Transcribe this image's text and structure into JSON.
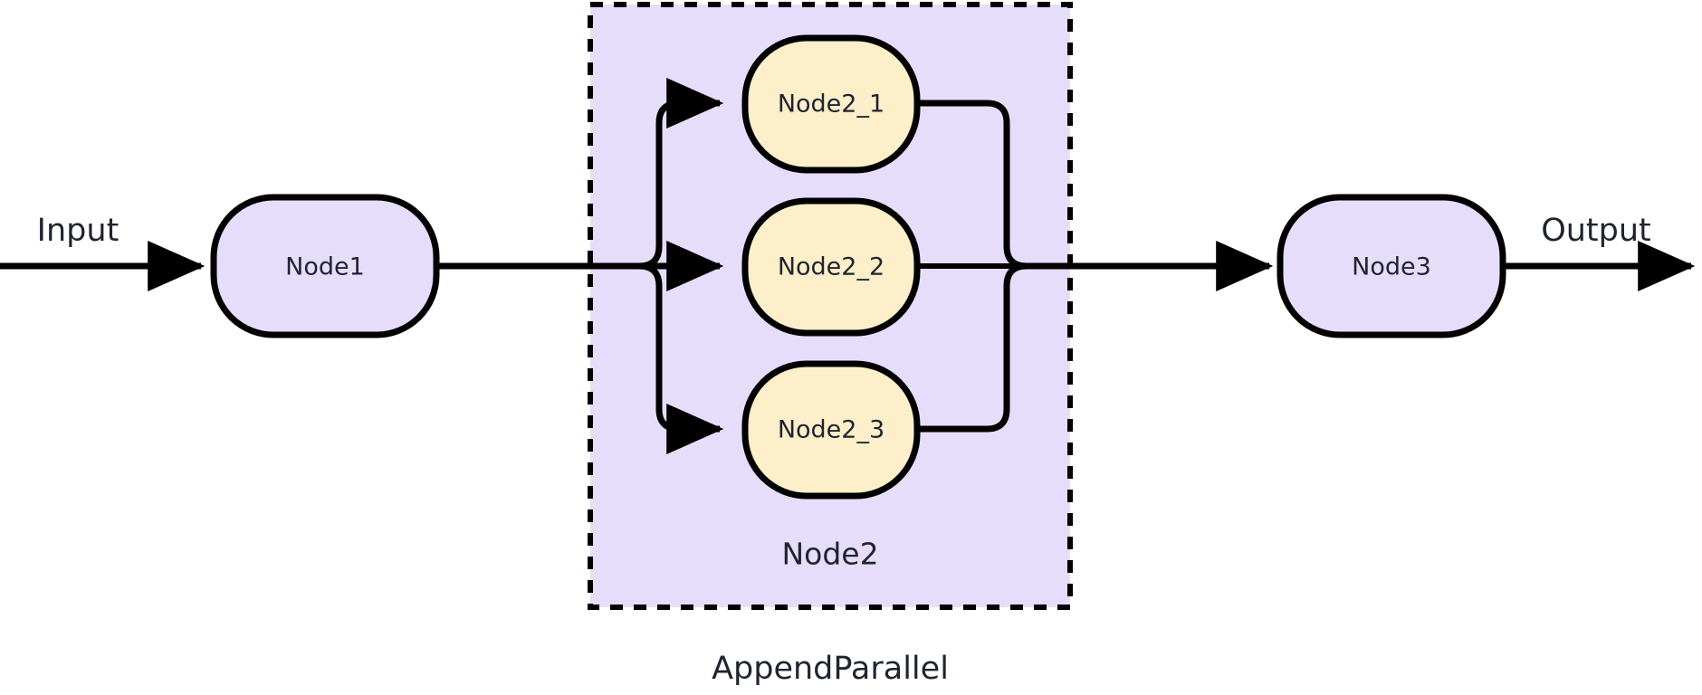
{
  "diagram": {
    "caption": "AppendParallel",
    "io": {
      "input_label": "Input",
      "output_label": "Output"
    },
    "group": {
      "label": "Node2",
      "fill": "#E6DDFB",
      "border": "#000000",
      "border_style": "dashed"
    },
    "nodes": [
      {
        "id": "node1",
        "label": "Node1",
        "fill": "#E6DDFB",
        "stroke": "#000000",
        "shape": "stadium"
      },
      {
        "id": "node2_1",
        "label": "Node2_1",
        "fill": "#FCEFC9",
        "stroke": "#000000",
        "shape": "stadium"
      },
      {
        "id": "node2_2",
        "label": "Node2_2",
        "fill": "#FCEFC9",
        "stroke": "#000000",
        "shape": "stadium"
      },
      {
        "id": "node2_3",
        "label": "Node2_3",
        "fill": "#FCEFC9",
        "stroke": "#000000",
        "shape": "stadium"
      },
      {
        "id": "node3",
        "label": "Node3",
        "fill": "#E6DDFB",
        "stroke": "#000000",
        "shape": "stadium"
      }
    ],
    "edges": [
      {
        "id": "input-to-node1",
        "from": "input",
        "to": "node1",
        "arrow": true
      },
      {
        "id": "node1-to-split",
        "from": "node1",
        "to": "split",
        "arrow": false
      },
      {
        "id": "split-to-node2_1",
        "from": "split",
        "to": "node2_1",
        "arrow": true
      },
      {
        "id": "split-to-node2_2",
        "from": "split",
        "to": "node2_2",
        "arrow": true
      },
      {
        "id": "split-to-node2_3",
        "from": "split",
        "to": "node2_3",
        "arrow": true
      },
      {
        "id": "node2_1-to-merge",
        "from": "node2_1",
        "to": "merge",
        "arrow": false
      },
      {
        "id": "node2_2-to-merge",
        "from": "node2_2",
        "to": "merge",
        "arrow": false
      },
      {
        "id": "node2_3-to-merge",
        "from": "node2_3",
        "to": "merge",
        "arrow": false
      },
      {
        "id": "merge-to-node3",
        "from": "merge",
        "to": "node3",
        "arrow": true
      },
      {
        "id": "node3-to-output",
        "from": "node3",
        "to": "output",
        "arrow": true
      }
    ],
    "colors": {
      "background": "#FFFFFF",
      "line": "#000000",
      "text": "#1F2430",
      "purple_fill": "#E6DDFB",
      "yellow_fill": "#FCEFC9"
    }
  }
}
